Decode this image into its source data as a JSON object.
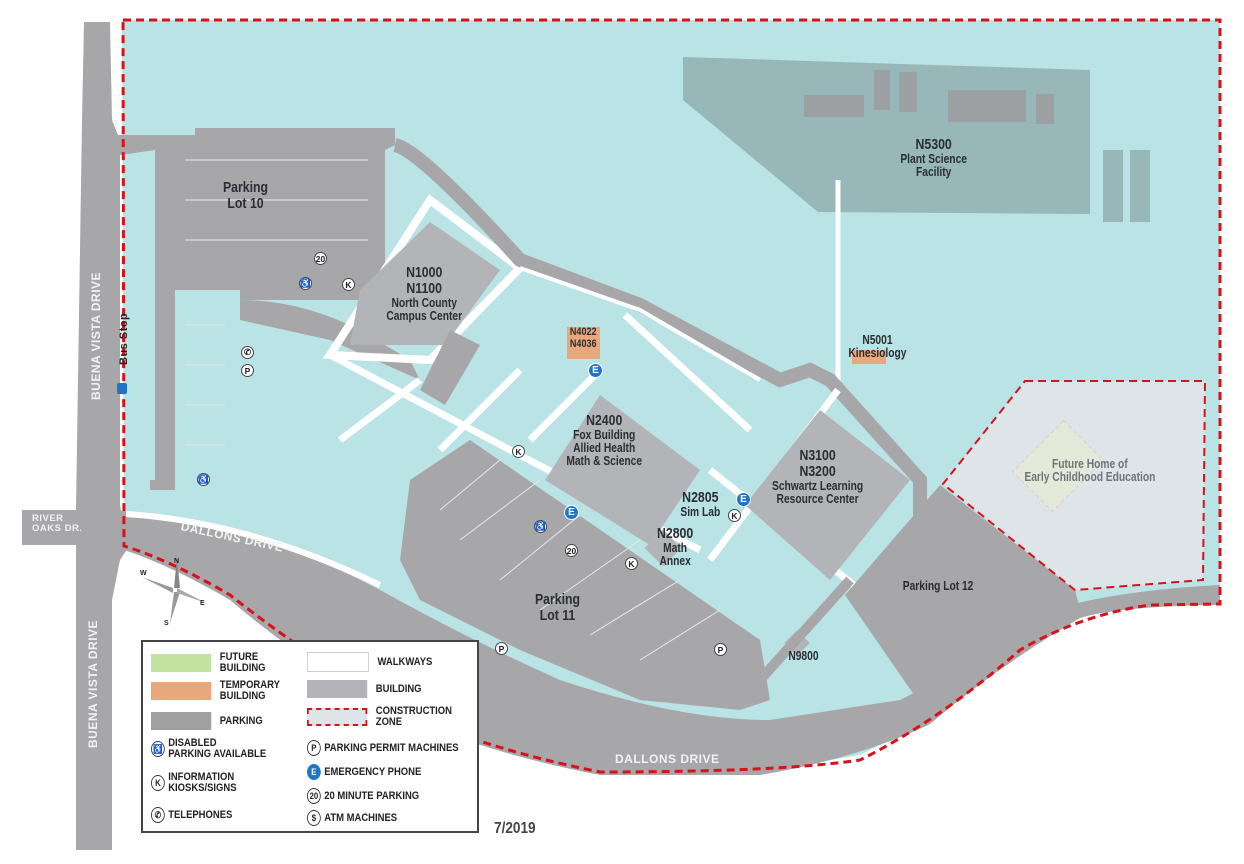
{
  "map": {
    "colors": {
      "campus": "#b9e3e4",
      "parking": "#a7a7aa",
      "building": "#b3b4b7",
      "walkway": "#ffffff",
      "temporary": "#e9a77c",
      "future": "#c2e3a0",
      "construction_border": "#d8111b",
      "construction_fill": "#dde5e8",
      "plant_facility": "#97b7b9",
      "emergency": "#1f77c4"
    },
    "date": "7/2019",
    "roads": {
      "buena_vista_top": "BUENA VISTA DRIVE",
      "buena_vista_bottom": "BUENA VISTA DRIVE",
      "river_oaks": [
        "RIVER",
        "OAKS DR."
      ],
      "dallons_west": "DALLONS DRIVE",
      "dallons_south": "DALLONS DRIVE",
      "bus_stop": "Bus Stop"
    },
    "lots": {
      "lot10": [
        "Parking",
        "Lot 10"
      ],
      "lot11": [
        "Parking",
        "Lot 11"
      ],
      "lot12": "Parking Lot 12"
    },
    "buildings": {
      "n1000": {
        "codes": [
          "N1000",
          "N1100"
        ],
        "name": [
          "North County",
          "Campus Center"
        ]
      },
      "n4022": {
        "codes": [
          "N4022",
          "N4036"
        ]
      },
      "n2400": {
        "code": "N2400",
        "name": [
          "Fox Building",
          "Allied Health",
          "Math & Science"
        ]
      },
      "n2805": {
        "code": "N2805",
        "name": "Sim Lab"
      },
      "n2800": {
        "code": "N2800",
        "name": [
          "Math",
          "Annex"
        ]
      },
      "n3100": {
        "codes": [
          "N3100",
          "N3200"
        ],
        "name": [
          "Schwartz Learning",
          "Resource Center"
        ]
      },
      "n5001": {
        "code": "N5001",
        "name": "Kinesiology"
      },
      "n5300": {
        "code": "N5300",
        "name": [
          "Plant Science",
          "Facility"
        ]
      },
      "n9800": {
        "code": "N9800"
      },
      "future": {
        "name": [
          "Future Home of",
          "Early Childhood Education"
        ]
      }
    },
    "compass": {
      "n": "N",
      "s": "S",
      "e": "E",
      "w": "W"
    },
    "markers": {
      "kiosk": "K",
      "parking_permit": "P",
      "emergency": "E",
      "twenty_min": "20",
      "disabled": "♿",
      "telephone": "✆"
    }
  },
  "legend": {
    "future_building": [
      "FUTURE",
      "BUILDING"
    ],
    "temporary_building": [
      "TEMPORARY",
      "BUILDING"
    ],
    "parking": "PARKING",
    "walkways": "WALKWAYS",
    "building": "BUILDING",
    "construction_zone": [
      "CONSTRUCTION",
      "ZONE"
    ],
    "disabled": [
      "DISABLED",
      "PARKING AVAILABLE"
    ],
    "kiosks": [
      "INFORMATION",
      "KIOSKS/SIGNS"
    ],
    "telephones": "TELEPHONES",
    "permit": "PARKING PERMIT MACHINES",
    "emergency": "EMERGENCY PHONE",
    "twenty": "20 MINUTE PARKING",
    "atm": "ATM MACHINES",
    "symbols": {
      "disabled": "♿",
      "kiosk": "K",
      "tel": "✆",
      "permit": "P",
      "emergency": "E",
      "twenty": "20",
      "atm": "$"
    }
  }
}
